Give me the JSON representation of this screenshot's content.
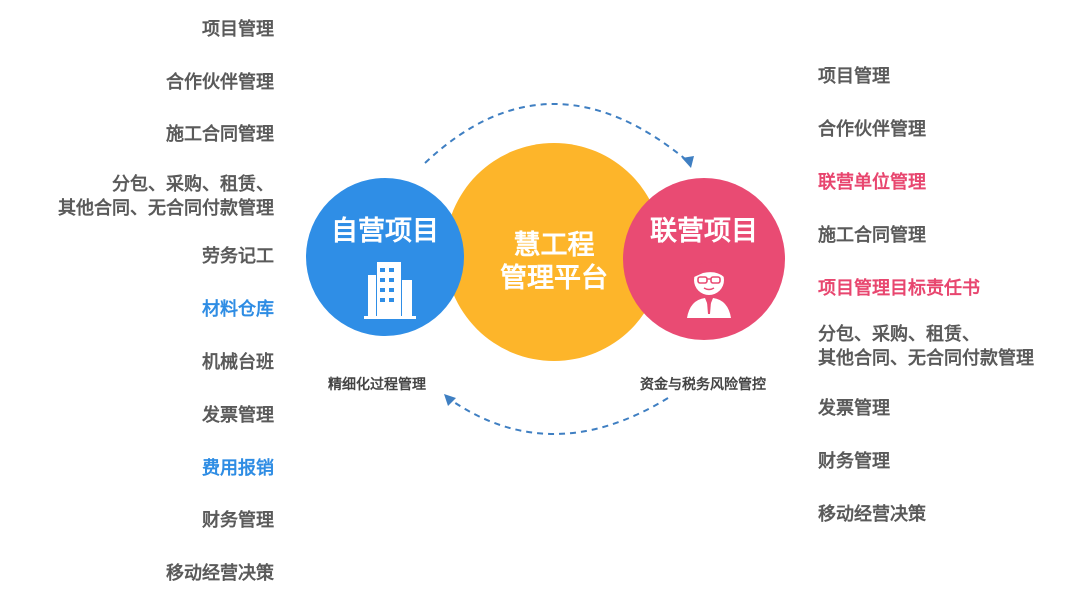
{
  "left_list": [
    {
      "lines": [
        "项目管理"
      ],
      "color": "default"
    },
    {
      "lines": [
        "合作伙伴管理"
      ],
      "color": "default"
    },
    {
      "lines": [
        "施工合同管理"
      ],
      "color": "default"
    },
    {
      "lines": [
        "分包、采购、租赁、",
        "其他合同、无合同付款管理"
      ],
      "color": "default"
    },
    {
      "lines": [
        "劳务记工"
      ],
      "color": "default"
    },
    {
      "lines": [
        "材料仓库"
      ],
      "color": "blue"
    },
    {
      "lines": [
        "机械台班"
      ],
      "color": "default"
    },
    {
      "lines": [
        "发票管理"
      ],
      "color": "default"
    },
    {
      "lines": [
        "费用报销"
      ],
      "color": "blue"
    },
    {
      "lines": [
        "财务管理"
      ],
      "color": "default"
    },
    {
      "lines": [
        "移动经营决策"
      ],
      "color": "default"
    }
  ],
  "right_list": [
    {
      "lines": [
        "项目管理"
      ],
      "color": "default"
    },
    {
      "lines": [
        "合作伙伴管理"
      ],
      "color": "default"
    },
    {
      "lines": [
        "联营单位管理"
      ],
      "color": "pink"
    },
    {
      "lines": [
        "施工合同管理"
      ],
      "color": "default"
    },
    {
      "lines": [
        "项目管理目标责任书"
      ],
      "color": "pink"
    },
    {
      "lines": [
        "分包、采购、租赁、",
        "其他合同、无合同付款管理"
      ],
      "color": "default"
    },
    {
      "lines": [
        "发票管理"
      ],
      "color": "default"
    },
    {
      "lines": [
        "财务管理"
      ],
      "color": "default"
    },
    {
      "lines": [
        "移动经营决策"
      ],
      "color": "default"
    }
  ],
  "center": {
    "left_circle_title": "自营项目",
    "middle_circle_title_line1": "慧工程",
    "middle_circle_title_line2": "管理平台",
    "right_circle_title": "联营项目",
    "left_caption": "精细化过程管理",
    "right_caption": "资金与税务风险管控",
    "left_icon": "building-icon",
    "right_icon": "businessman-icon"
  },
  "colors": {
    "blue": "#2f8ee6",
    "orange": "#fdb52a",
    "pink": "#e94b73",
    "text": "#5a5a5a",
    "arrow": "#3f7fc2"
  }
}
